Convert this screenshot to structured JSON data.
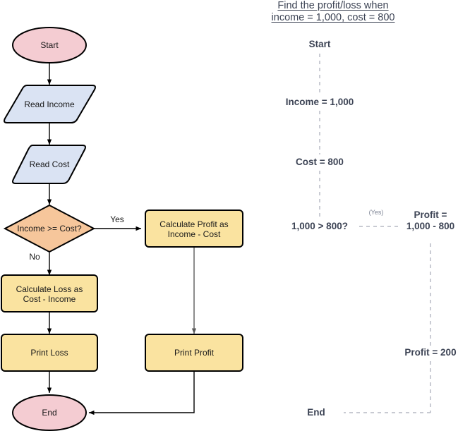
{
  "flowchart": {
    "nodes": [
      {
        "id": "start",
        "shape": "ellipse",
        "label": "Start",
        "fill": "#f4ccd2"
      },
      {
        "id": "read-income",
        "shape": "parallelogram",
        "label": "Read Income",
        "fill": "#dae3f3"
      },
      {
        "id": "read-cost",
        "shape": "parallelogram",
        "label": "Read Cost",
        "fill": "#dae3f3"
      },
      {
        "id": "decision",
        "shape": "diamond",
        "label": "Income >= Cost?",
        "fill": "#f6c69b"
      },
      {
        "id": "calc-profit",
        "shape": "process",
        "label": "Calculate Profit as\nIncome - Cost",
        "fill": "#fae3a0"
      },
      {
        "id": "calc-loss",
        "shape": "process",
        "label": "Calculate Loss as\nCost - Income",
        "fill": "#fae3a0"
      },
      {
        "id": "print-profit",
        "shape": "process",
        "label": "Print Profit",
        "fill": "#fae3a0"
      },
      {
        "id": "print-loss",
        "shape": "process",
        "label": "Print Loss",
        "fill": "#fae3a0"
      },
      {
        "id": "end",
        "shape": "ellipse",
        "label": "End",
        "fill": "#f4ccd2"
      }
    ],
    "edge_labels": {
      "yes": "Yes",
      "no": "No"
    },
    "stroke": "#000000",
    "connector_gray": "#5a5a5a"
  },
  "trace": {
    "title": "Find the profit/loss when\nincome = 1,000, cost = 800",
    "title_line1": "Find the profit/loss when",
    "title_line2": "income = 1,000, cost = 800",
    "branch_label": "(Yes)",
    "steps": [
      {
        "id": "trace-start",
        "label": "Start"
      },
      {
        "id": "trace-income",
        "label": "Income = 1,000"
      },
      {
        "id": "trace-cost",
        "label": "Cost = 800"
      },
      {
        "id": "trace-decision",
        "label": "1,000 > 800?"
      },
      {
        "id": "trace-profit-expr",
        "label": "Profit =\n1,000 - 800"
      },
      {
        "id": "trace-profit-value",
        "label": "Profit = 200"
      },
      {
        "id": "trace-end",
        "label": "End"
      }
    ],
    "text_color": "#3d4455",
    "line_color": "#a6abb8"
  }
}
